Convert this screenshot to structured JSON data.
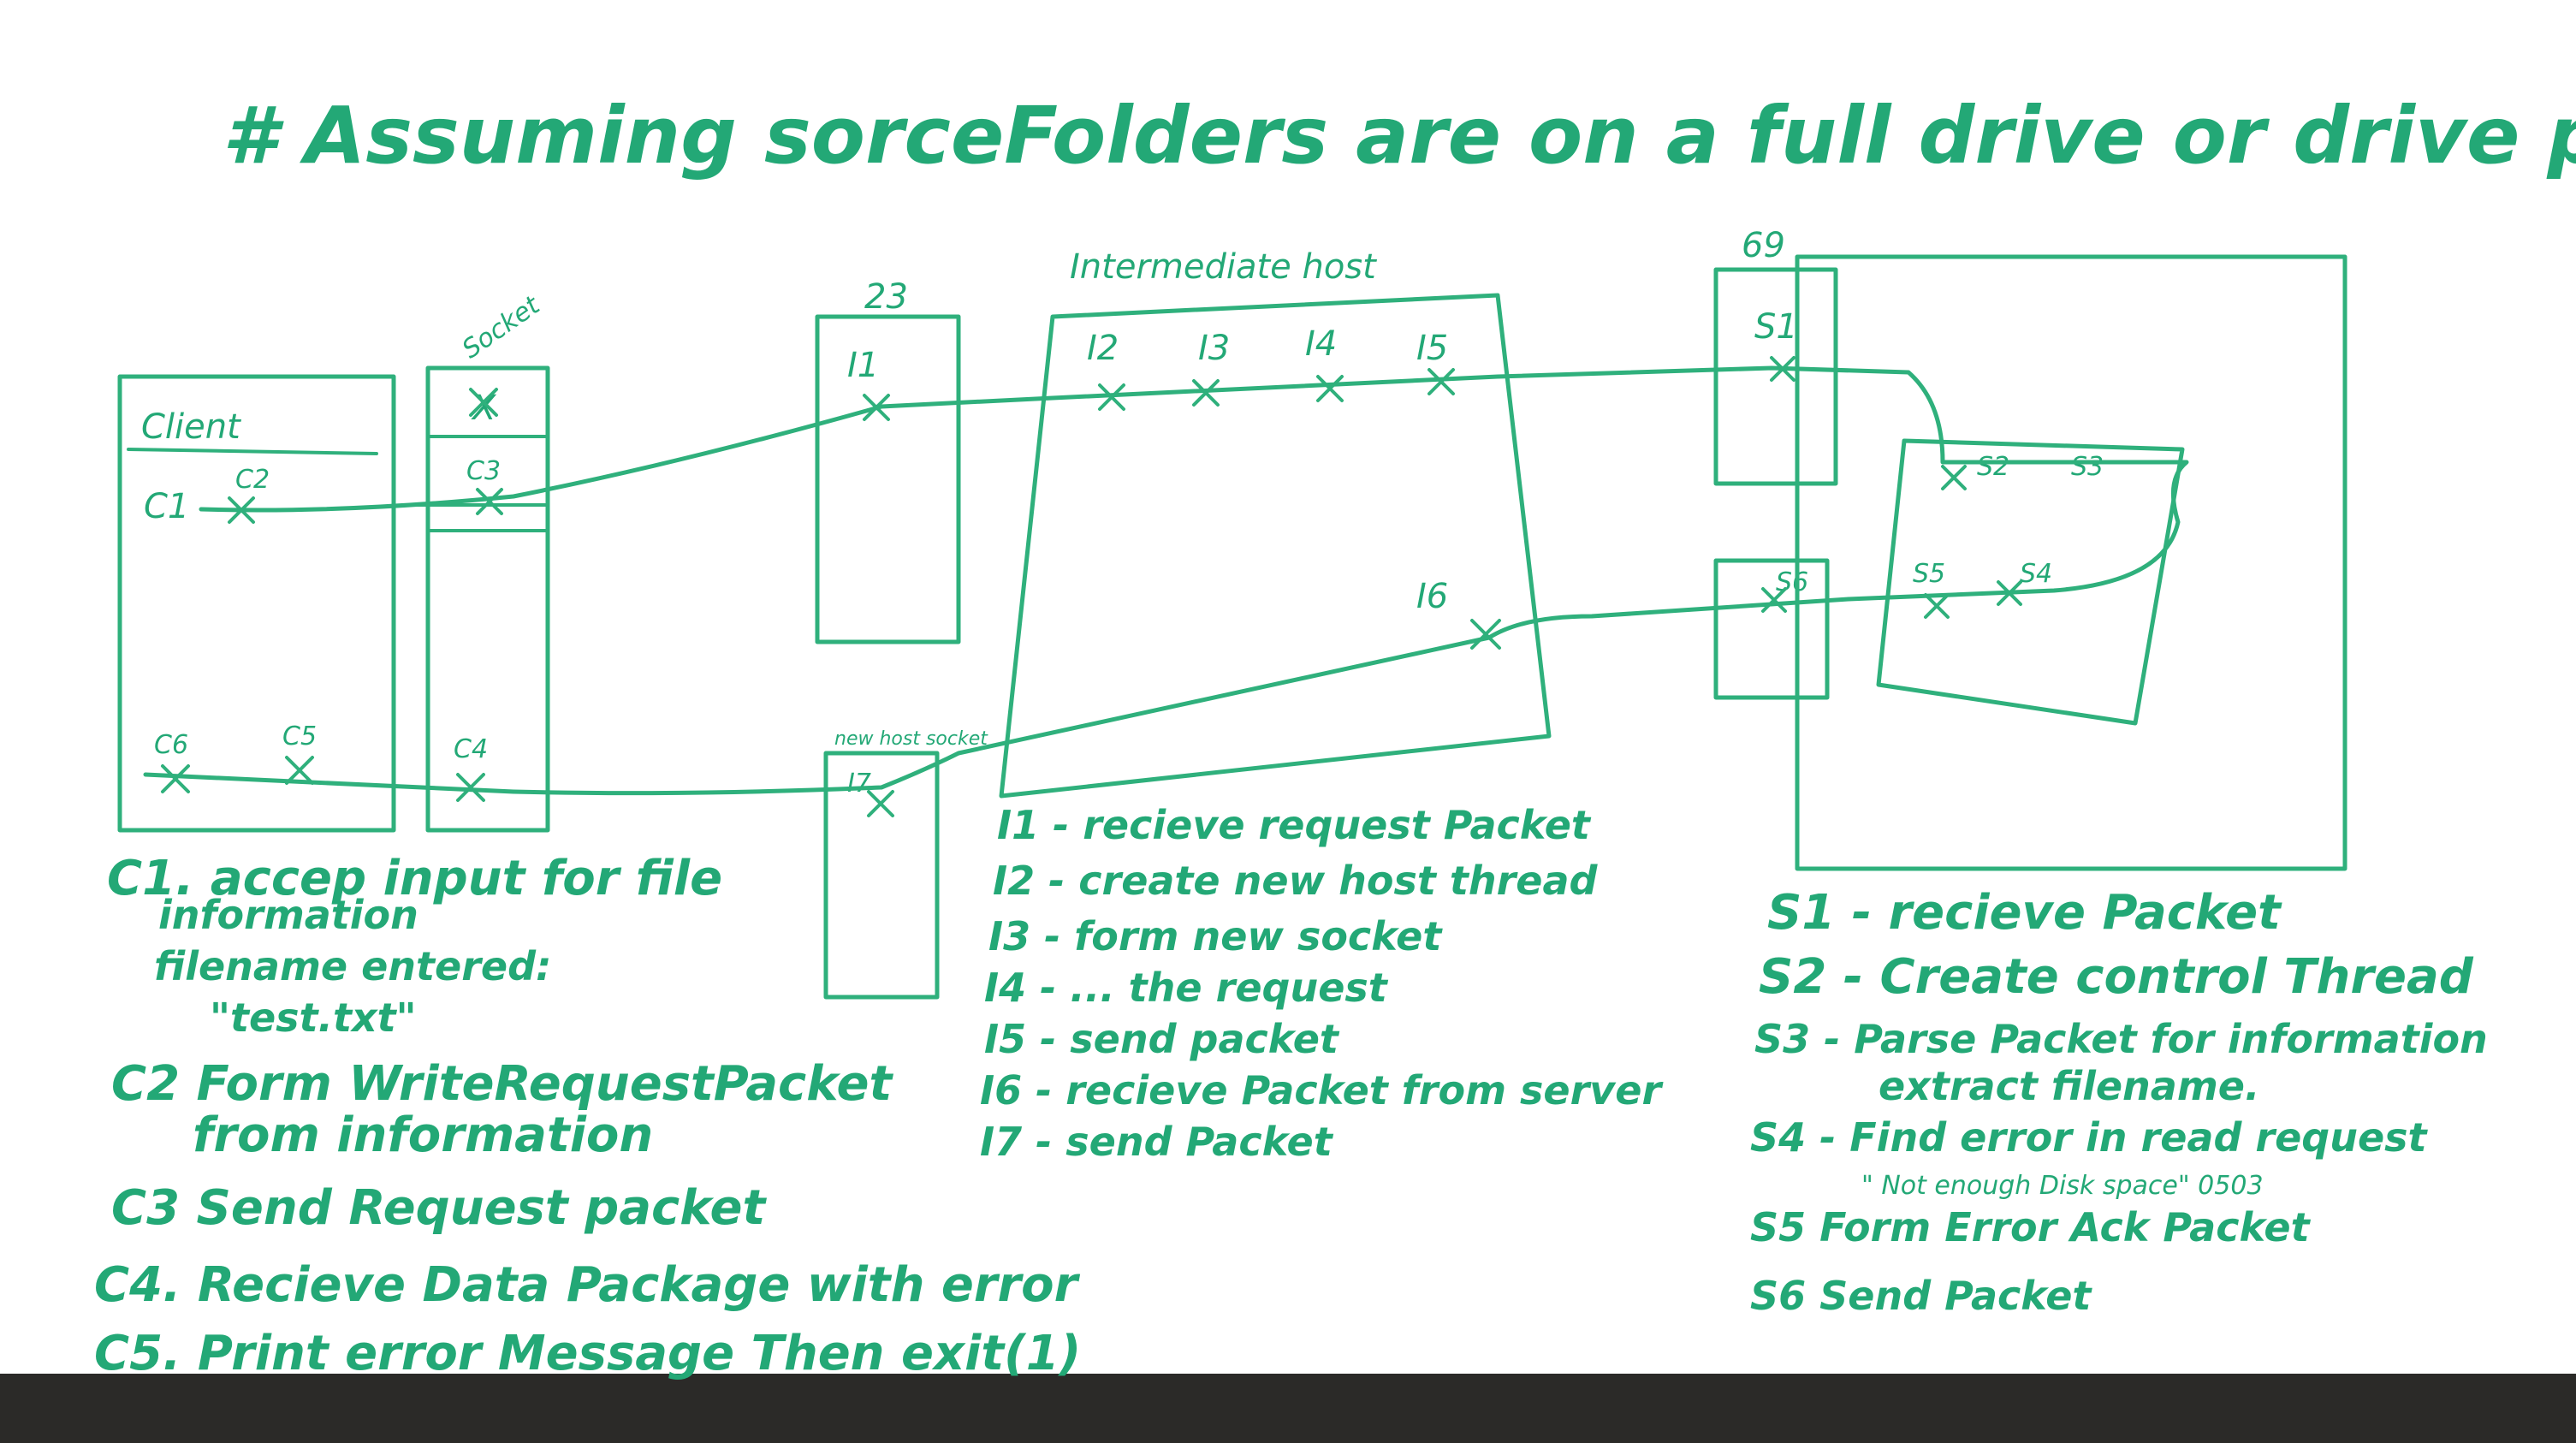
{
  "title": "# Assuming sorceFolders are on a full drive or drive partition",
  "boxes": {
    "client": "Client",
    "socket": "Socket",
    "port23": "23",
    "intermediate": "Intermediate host",
    "port69": "69",
    "new_host_socket": "new host socket"
  },
  "points": {
    "c1": "C1",
    "c2": "C2",
    "c3": "C3",
    "c4": "C4",
    "c5": "C5",
    "c6": "C6",
    "i1": "I1",
    "i2": "I2",
    "i3": "I3",
    "i4": "I4",
    "i5": "I5",
    "i6": "I6",
    "i7": "I7",
    "s1": "S1",
    "s2": "S2",
    "s3": "S3",
    "s4": "S4",
    "s5": "S5",
    "s6": "S6",
    "socket_x": "X"
  },
  "client_notes": [
    "C1. accep input for file",
    "information",
    "filename entered:",
    "\"test.txt\"",
    "C2 Form WriteRequestPacket",
    "from information",
    "C3 Send Request packet",
    "C4. Recieve Data Package with error",
    "C5. Print error Message Then exit(1)"
  ],
  "host_notes": [
    "I1 - recieve request Packet",
    "I2 - create new host thread",
    "I3 - form new socket",
    "I4 - ... the request",
    "I5 - send packet",
    "I6 - recieve Packet from server",
    "I7 - send Packet"
  ],
  "server_notes": [
    "S1 - recieve Packet",
    "S2 - Create control Thread",
    "S3 - Parse Packet for information",
    "extract filename.",
    "S4 - Find error in read request",
    "\" Not enough Disk space\" 0503",
    "S5 Form Error Ack Packet",
    "S6 Send Packet"
  ],
  "colors": {
    "ink": "#2fb07c",
    "board": "#ffffff",
    "bottom_edge": "#2b2a28"
  }
}
